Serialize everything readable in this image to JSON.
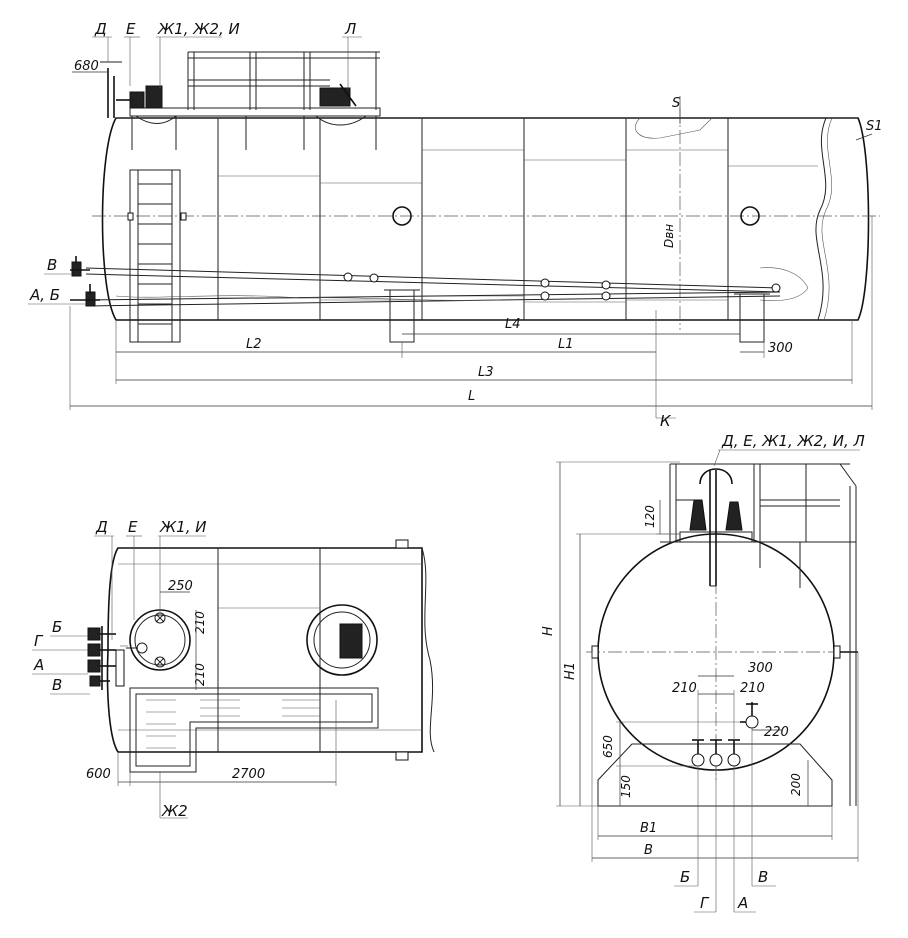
{
  "front": {
    "tags_top": [
      "Д",
      "Е",
      "Ж1, Ж2, И",
      "Л"
    ],
    "tag_s": "S",
    "tag_s1": "S1",
    "tag_dvn": "Dвн",
    "tag_v": "В",
    "tag_ab": "А, Б",
    "dim_680": "680",
    "dim_l4": "L4",
    "dim_l2": "L2",
    "dim_l1": "L1",
    "dim_300": "300",
    "dim_l3": "L3",
    "dim_l": "L",
    "tag_k": "К"
  },
  "top": {
    "tags": [
      "Д",
      "Е",
      "Ж1, И"
    ],
    "dim_250": "250",
    "dim_210a": "210",
    "dim_210b": "210",
    "side_tags": [
      "Б",
      "Г",
      "А",
      "В"
    ],
    "dim_600": "600",
    "dim_2700": "2700",
    "tag_zh2": "Ж2"
  },
  "side": {
    "tag_title": "Д, Е, Ж1, Ж2, И, Л",
    "dim_120": "120",
    "dim_h": "H",
    "dim_h1": "H1",
    "dim_300": "300",
    "dim_210a": "210",
    "dim_210b": "210",
    "dim_220": "220",
    "dim_650": "650",
    "dim_150": "150",
    "dim_200": "200",
    "dim_b1": "B1",
    "dim_b": "B",
    "bottom_tags": [
      "Б",
      "В",
      "Г",
      "А"
    ]
  }
}
